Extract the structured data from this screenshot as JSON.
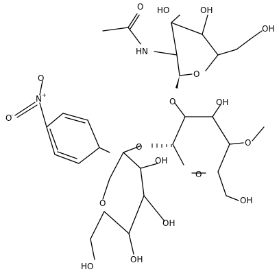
{
  "structure": {
    "labels": {
      "o_carbonyl": "O",
      "nh": "HN",
      "oh": "OH",
      "ho": "HO",
      "o": "O",
      "n": "N",
      "plus": "+",
      "minus": "-"
    }
  }
}
